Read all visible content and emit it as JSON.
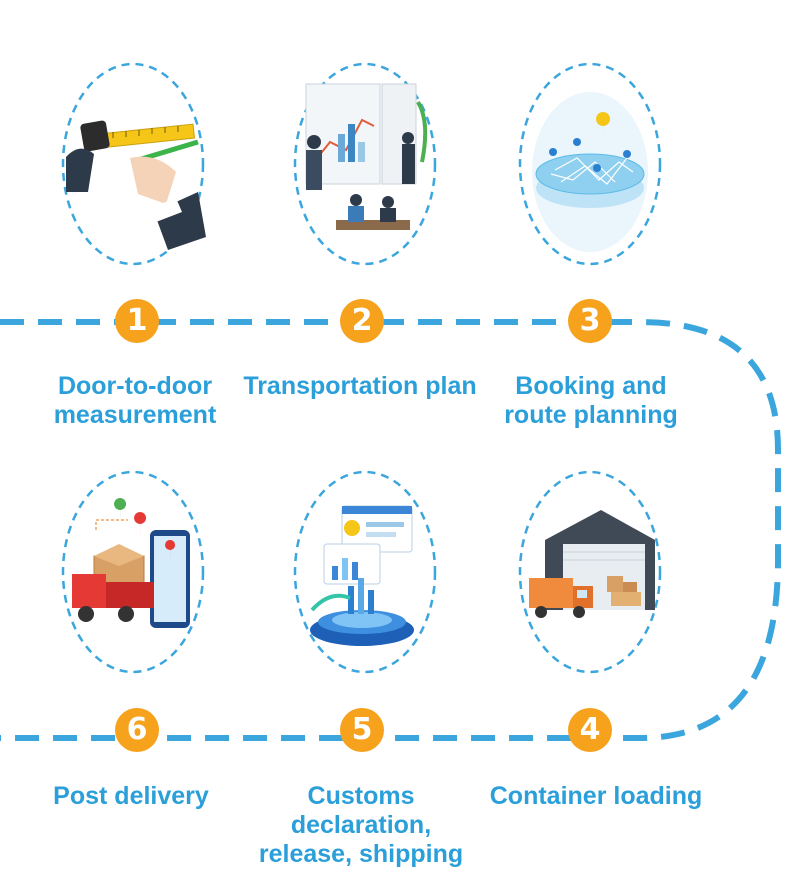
{
  "colors": {
    "accent": "#2a9fd9",
    "badge": "#f6a21c",
    "track": "#3aa6dd"
  },
  "steps": [
    {
      "number": "1",
      "lines": [
        "Door-to-door",
        "measurement"
      ],
      "icon": "measuring-tape-icon"
    },
    {
      "number": "2",
      "lines": [
        "Transportation plan"
      ],
      "icon": "business-meeting-icon"
    },
    {
      "number": "3",
      "lines": [
        "Booking and",
        "route planning"
      ],
      "icon": "route-map-icon"
    },
    {
      "number": "4",
      "lines": [
        "Container loading"
      ],
      "icon": "warehouse-truck-icon"
    },
    {
      "number": "5",
      "lines": [
        "Customs declaration,",
        "release, shipping"
      ],
      "icon": "data-platform-icon"
    },
    {
      "number": "6",
      "lines": [
        "Post delivery"
      ],
      "icon": "delivery-truck-phone-icon"
    }
  ]
}
